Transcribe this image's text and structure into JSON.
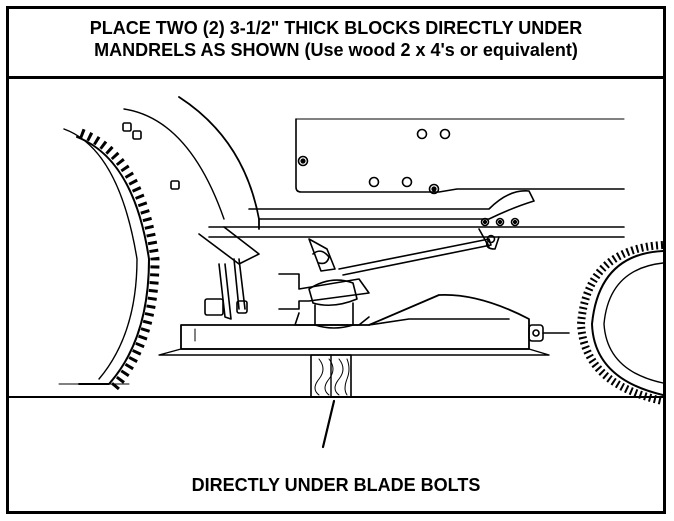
{
  "instruction": {
    "line1": "PLACE TWO (2) 3-1/2\" THICK BLOCKS DIRECTLY UNDER",
    "line2": "MANDRELS AS SHOWN (Use wood 2 x 4's or equivalent)"
  },
  "callout": {
    "label": "DIRECTLY UNDER BLADE BOLTS"
  },
  "colors": {
    "ink": "#000000",
    "paper": "#ffffff"
  }
}
